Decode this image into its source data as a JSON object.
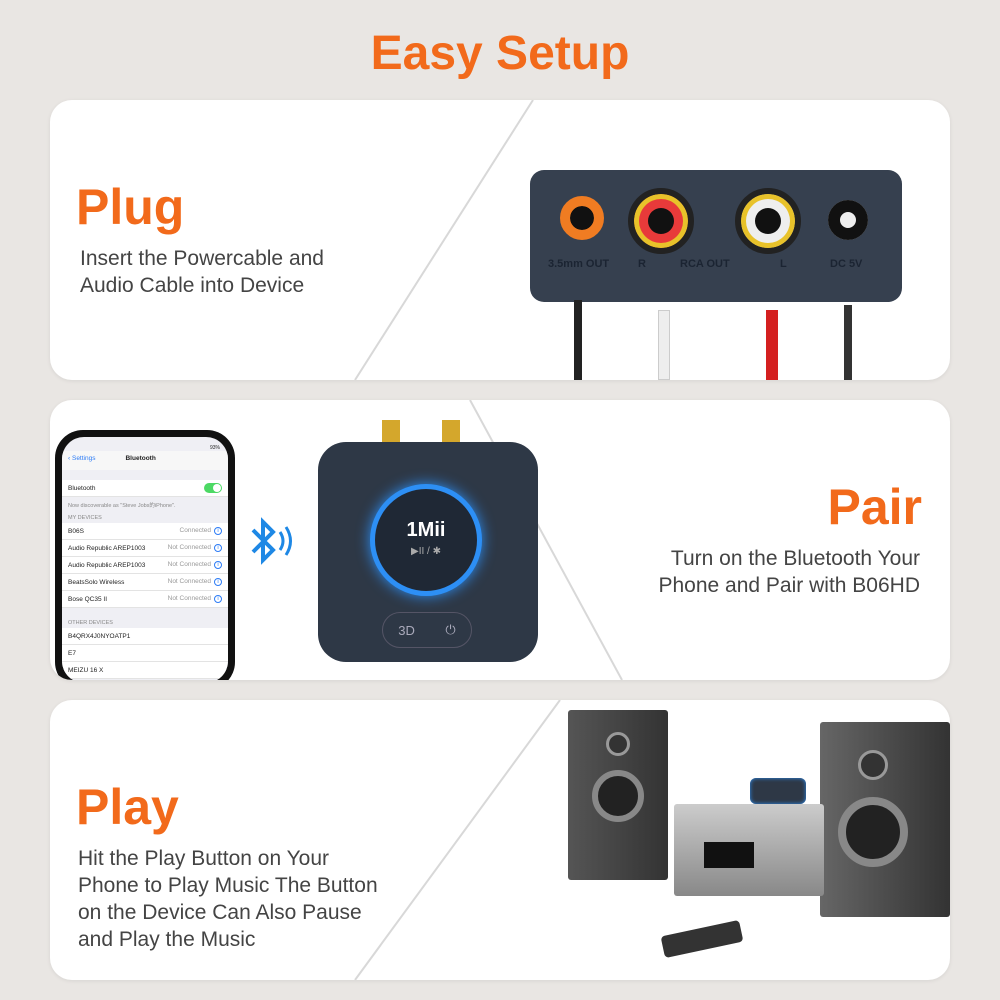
{
  "title": "Easy Setup",
  "steps": [
    {
      "heading": "Plug",
      "text_lines": [
        "Insert the Powercable and",
        "Audio Cable into Device"
      ],
      "device_labels": {
        "aux": "3.5mm OUT",
        "r": "R",
        "rca": "RCA OUT",
        "l": "L",
        "dc": "DC 5V"
      }
    },
    {
      "heading": "Pair",
      "text_lines": [
        "Turn on the Bluetooth Your",
        "Phone and Pair with B06HD"
      ]
    },
    {
      "heading": "Play",
      "text_lines": [
        "Hit the Play Button on Your",
        "Phone to Play Music The Button",
        "on the Device Can Also Pause",
        "and Play the Music"
      ]
    }
  ],
  "phone": {
    "back": "Settings",
    "screen_title": "Bluetooth",
    "battery": "93%",
    "bt_label": "Bluetooth",
    "bt_on": true,
    "discoverable": "Now discoverable as \"Steve Jobs的iPhone\".",
    "my_devices_header": "MY DEVICES",
    "my_devices": [
      {
        "name": "B06S",
        "status": "Connected"
      },
      {
        "name": "Audio Republic AREP1003",
        "status": "Not Connected"
      },
      {
        "name": "Audio Republic AREP1003",
        "status": "Not Connected"
      },
      {
        "name": "BeatsSolo Wireless",
        "status": "Not Connected"
      },
      {
        "name": "Bose QC35 II",
        "status": "Not Connected"
      }
    ],
    "other_devices_header": "OTHER DEVICES",
    "other_devices": [
      "B4QRX4J0NYOATP1",
      "E7",
      "MEIZU 16 X"
    ]
  },
  "receiver": {
    "brand": "1Mii",
    "play_label": "▶II / ✱",
    "btn_3d": "3D",
    "power": "⏻"
  },
  "colors": {
    "accent": "#f26a1b",
    "bg": "#e9e6e3",
    "device": "#36404f",
    "bt_blue": "#1e88e5"
  }
}
